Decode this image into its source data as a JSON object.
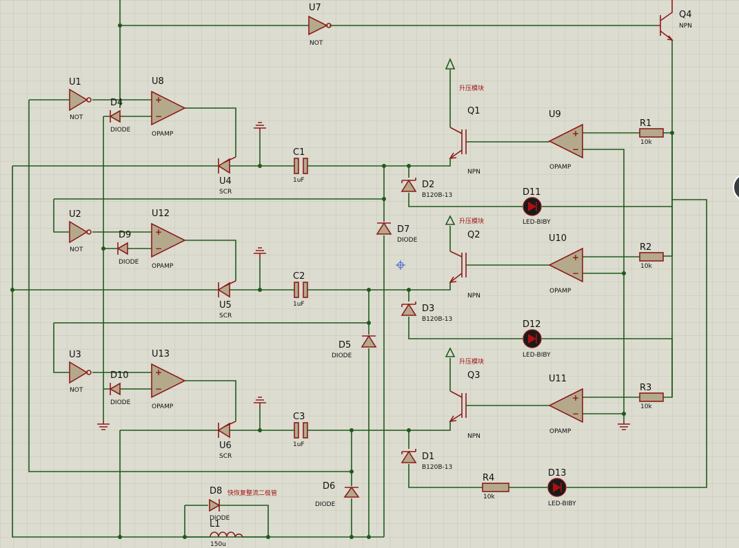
{
  "components": {
    "U7": {
      "ref": "U7",
      "val": "NOT"
    },
    "Q4": {
      "ref": "Q4",
      "val": "NPN"
    },
    "U1": {
      "ref": "U1",
      "val": "NOT"
    },
    "U2": {
      "ref": "U2",
      "val": "NOT"
    },
    "U3": {
      "ref": "U3",
      "val": "NOT"
    },
    "U8": {
      "ref": "U8",
      "val": "OPAMP"
    },
    "U12": {
      "ref": "U12",
      "val": "OPAMP"
    },
    "U13": {
      "ref": "U13",
      "val": "OPAMP"
    },
    "D4": {
      "ref": "D4",
      "val": "DIODE"
    },
    "D9": {
      "ref": "D9",
      "val": "DIODE"
    },
    "D10": {
      "ref": "D10",
      "val": "DIODE"
    },
    "U4": {
      "ref": "U4",
      "val": "SCR"
    },
    "U5": {
      "ref": "U5",
      "val": "SCR"
    },
    "U6": {
      "ref": "U6",
      "val": "SCR"
    },
    "C1": {
      "ref": "C1",
      "val": "1uF"
    },
    "C2": {
      "ref": "C2",
      "val": "1uF"
    },
    "C3": {
      "ref": "C3",
      "val": "1uF"
    },
    "D2": {
      "ref": "D2",
      "val": "B120B-13"
    },
    "D3": {
      "ref": "D3",
      "val": "B120B-13"
    },
    "D1": {
      "ref": "D1",
      "val": "B120B-13"
    },
    "D7": {
      "ref": "D7",
      "val": "DIODE"
    },
    "D5": {
      "ref": "D5",
      "val": "DIODE"
    },
    "D6": {
      "ref": "D6",
      "val": "DIODE"
    },
    "D8": {
      "ref": "D8",
      "val": "DIODE"
    },
    "L1": {
      "ref": "L1",
      "val": "150u"
    },
    "Q1": {
      "ref": "Q1",
      "val": "NPN"
    },
    "Q2": {
      "ref": "Q2",
      "val": "NPN"
    },
    "Q3": {
      "ref": "Q3",
      "val": "NPN"
    },
    "U9": {
      "ref": "U9",
      "val": "OPAMP"
    },
    "U10": {
      "ref": "U10",
      "val": "OPAMP"
    },
    "U11": {
      "ref": "U11",
      "val": "OPAMP"
    },
    "R1": {
      "ref": "R1",
      "val": "10k"
    },
    "R2": {
      "ref": "R2",
      "val": "10k"
    },
    "R3": {
      "ref": "R3",
      "val": "10k"
    },
    "R4": {
      "ref": "R4",
      "val": "10k"
    },
    "D11": {
      "ref": "D11",
      "val": "LED-BIBY"
    },
    "D12": {
      "ref": "D12",
      "val": "LED-BIBY"
    },
    "D13": {
      "ref": "D13",
      "val": "LED-BIBY"
    }
  },
  "notes": {
    "boost": "升压模块",
    "fast_recovery": "快恢复整流二极管"
  },
  "colors": {
    "background": "#dcdcd0",
    "grid": "#c6c6b6",
    "wire": "#1f5a1a",
    "component": "#8b1a1a",
    "fill": "#b5a98c",
    "led": "#1a1a1a",
    "marker": "#3a5fd0"
  }
}
